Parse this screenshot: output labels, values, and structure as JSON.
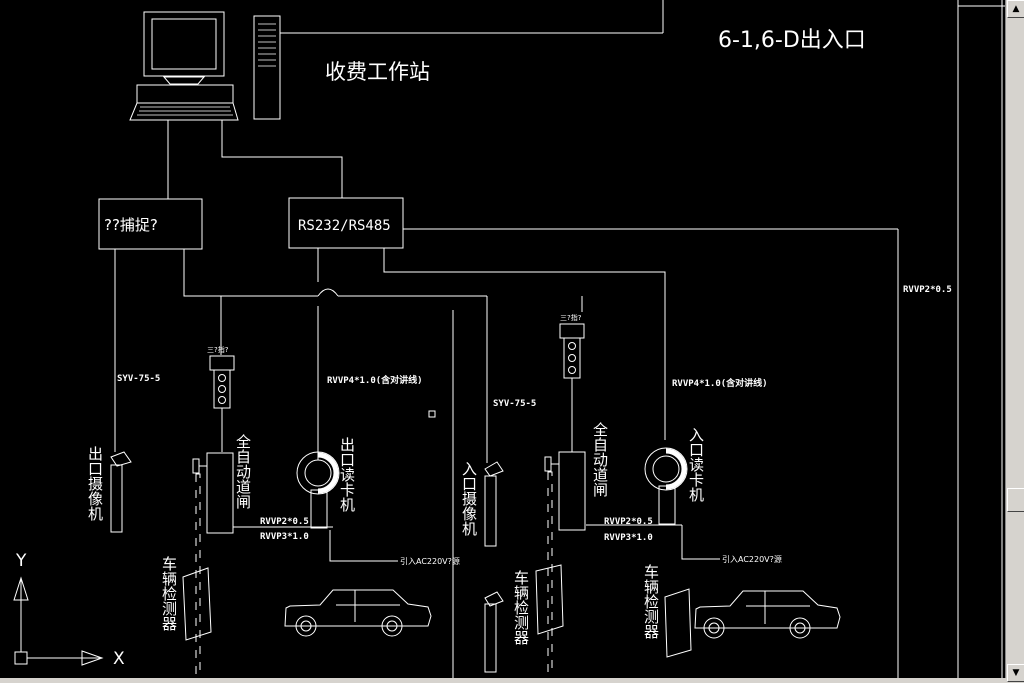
{
  "drawing": {
    "title": "6-1,6-D出入口",
    "workstation_label": "收费工作站",
    "capture_box_label": "??捕捉?",
    "converter_box_label": "RS232/RS485"
  },
  "cables": {
    "exit_video": "SYV-75-5",
    "entry_video": "SYV-75-5",
    "exit_reader": "RVVP4*1.0(含对讲线)",
    "entry_reader": "RVVP4*1.0(含对讲线)",
    "right_trunk": "RVVP2*0.5",
    "exit_gate_a": "RVVP2*0.5",
    "exit_gate_b": "RVVP3*1.0",
    "entry_gate_a": "RVVP2*0.5",
    "entry_gate_b": "RVVP3*1.0"
  },
  "labels": {
    "exit_camera": "出口摄像机",
    "entry_camera": "入口摄像机",
    "exit_barrier": "全自动道闸",
    "entry_barrier": "全自动道闸",
    "exit_reader": "出口读卡机",
    "entry_reader": "入口读卡机",
    "detector_exit": "车辆检测器",
    "detector_entry": "车辆检测器",
    "detector_right": "车辆检测器",
    "power_exit": "引入AC220V?源",
    "power_entry": "引入AC220V?源",
    "light_exit": "三?指?",
    "light_entry": "三?指?"
  },
  "ucs": {
    "y_label": "Y",
    "x_label": "X"
  },
  "scrollbar": {
    "up": "▲",
    "down": "▼"
  },
  "colors": {
    "background": "#000000",
    "lines": "#ffffff"
  }
}
